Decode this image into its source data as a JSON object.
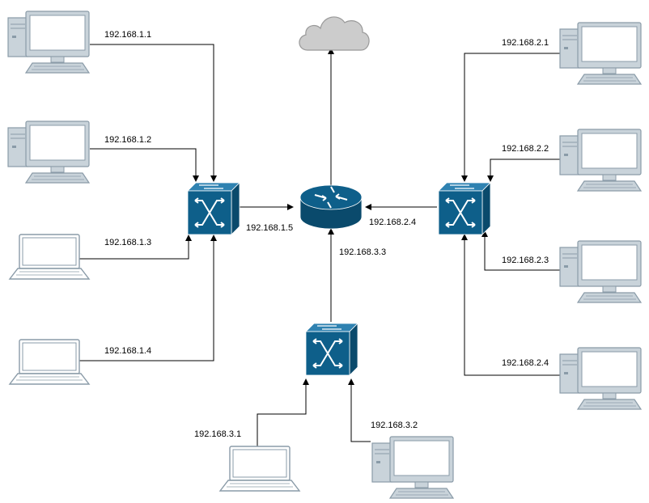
{
  "colors": {
    "device_blue": "#0e5f8a",
    "device_top": "#2f82b1",
    "device_dark": "#0a4a6c",
    "computer_fill": "#ffffff",
    "computer_stroke": "#8a9ba8",
    "computer_gray": "#c9d3da",
    "cloud_fill": "#cccccc",
    "cloud_stroke": "#999999",
    "line": "#000000"
  },
  "icons": {
    "cloud": "cloud-icon",
    "router": "router-icon",
    "switch": "switch-icon",
    "desktop": "desktop-computer-icon",
    "laptop": "laptop-icon"
  },
  "labels": {
    "pc_1_1": "192.168.1.1",
    "pc_1_2": "192.168.1.2",
    "laptop_1_3": "192.168.1.3",
    "laptop_1_4": "192.168.1.4",
    "router_1_5": "192.168.1.5",
    "router_2_4": "192.168.2.4",
    "router_3_3": "192.168.3.3",
    "pc_2_1": "192.168.2.1",
    "pc_2_2": "192.168.2.2",
    "pc_2_3": "192.168.2.3",
    "pc_2_4": "192.168.2.4",
    "laptop_3_1": "192.168.3.1",
    "pc_3_2": "192.168.3.2"
  }
}
